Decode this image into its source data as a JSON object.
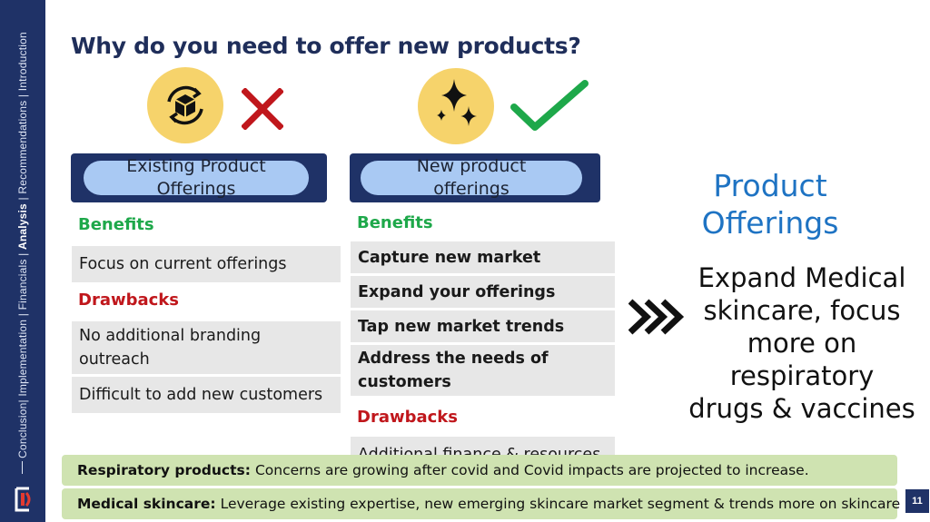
{
  "sidebar": {
    "nav_before": "Conclusion| Implementation | Financials | ",
    "nav_active": "Analysis",
    "nav_after": " | Recommendations | Introduction"
  },
  "title": "Why do you need to offer new products?",
  "icons": {
    "existing": "box-cycle-icon",
    "existing_mark": "x-mark-icon",
    "new": "sparkles-icon",
    "new_mark": "check-mark-icon",
    "arrow": "triple-chevron-right-icon"
  },
  "colors": {
    "navy": "#1f3267",
    "pill": "#a9c9f3",
    "yellow": "#f6d36b",
    "green": "#1ea84a",
    "red": "#c0171c",
    "blue": "#1e73c3",
    "note_bg": "#cfe3b1",
    "cell_bg": "#e7e7e7"
  },
  "existing": {
    "header_line1": "Existing Product",
    "header_line2": "Offerings",
    "benefits_label": "Benefits",
    "benefits": [
      "Focus on current offerings"
    ],
    "drawbacks_label": "Drawbacks",
    "drawbacks": [
      "No additional branding outreach",
      "Difficult to add new customers"
    ]
  },
  "new": {
    "header_line1": "New product",
    "header_line2": "offerings",
    "benefits_label": "Benefits",
    "benefits": [
      "Capture new market",
      "Expand your offerings",
      "Tap new market trends",
      "Address the needs of customers"
    ],
    "drawbacks_label": "Drawbacks",
    "drawbacks": [
      "Additional finance & resources"
    ]
  },
  "product_offerings": {
    "title": "Product Offerings",
    "body": "Expand Medical skincare, focus more on respiratory drugs & vaccines"
  },
  "notes": [
    {
      "label": "Respiratory products:",
      "text": "Concerns are growing after covid and Covid impacts are projected to increase."
    },
    {
      "label": "Medical skincare:",
      "text": "Leverage existing expertise, new emerging skincare market segment & trends more on skincare"
    }
  ],
  "page_number": "11"
}
